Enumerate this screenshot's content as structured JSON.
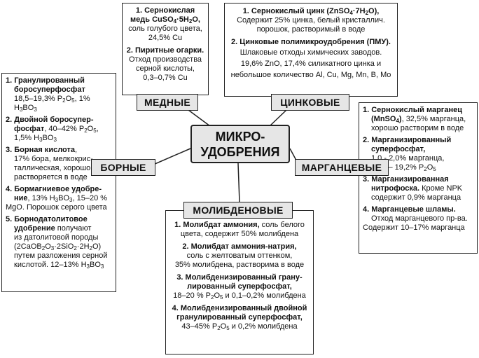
{
  "center": {
    "line1": "МИКРО-",
    "line2": "УДОБРЕНИЯ"
  },
  "labels": {
    "copper": "МЕДНЫЕ",
    "zinc": "ЦИНКОВЫЕ",
    "boron": "БОРНЫЕ",
    "manganese": "МАРГАНЦЕВЫЕ",
    "molybdenum": "МОЛИБДЕНОВЫЕ"
  },
  "copper": [
    {
      "head1": "1. Сернокислая",
      "head2": "медь CuSO",
      "sub1": "4",
      "head3": "·5H",
      "sub2": "2",
      "head4": "O,",
      "l1": "соль голубого цвета,",
      "l2": "24,5% Cu"
    },
    {
      "head": "2. Пиритные огарки.",
      "l1": "Отход производства",
      "l2": "серной кислоты,",
      "l3": "0,3–0,7% Cu"
    }
  ],
  "zinc": [
    {
      "head_a": "1. Сернокислый цинк (ZnSO",
      "sub1": "4",
      "head_b": "·7H",
      "sub2": "2",
      "head_c": "O),",
      "l1": "Содержит 25% цинка, белый кристаллич.",
      "l2": "порошок, растворимый в воде"
    },
    {
      "head": "2. Цинковые полимикроудобрения (ПМУ).",
      "l1": "Шлаковые отходы химических заводов.",
      "l2": "19,6% ZnO, 17,4% силикатного цинка и",
      "l3": "небольшое количество Al, Cu, Mg, Mn, B, Mo"
    }
  ],
  "boron": [
    {
      "h1": "1. Гранулированный",
      "h2": "боросуперфосфат",
      "l1a": "18,5–19,3% P",
      "l1s1": "2",
      "l1b": "O",
      "l1s2": "5",
      "l1c": ", 1% H",
      "l1s3": "3",
      "l1d": "BO",
      "l1s4": "3"
    },
    {
      "h1": "2. Двойной боросупер-",
      "h2": "фосфат",
      "h2r": ", 40–42% P",
      "h2s1": "2",
      "h2b": "O",
      "h2s2": "5",
      "h2c": ",",
      "l1a": "1,5% H",
      "l1s1": "3",
      "l1b": "BO",
      "l1s2": "3"
    },
    {
      "h1": "3. Борная кислота",
      "h1r": ",",
      "l1": "17% бора, мелкокрис-",
      "l2": "таллическая, хорошо",
      "l3": "растворяется в воде"
    },
    {
      "h1": "4. Бормагниевое удобре-",
      "h2": "ние",
      "h2r": ", 13% H",
      "h2s1": "3",
      "h2b": "BO",
      "h2s2": "3",
      "h2c": ", 15–20 %",
      "l1": "MgO. Порошок серого цвета"
    },
    {
      "h1": "5. Борнодатолитовое",
      "h2": "удобрение",
      "h2r": " получают",
      "l1": "из датолитовой породы",
      "l2a": "(2CaOB",
      "l2s1": "2",
      "l2b": "O",
      "l2s2": "3",
      "l2c": "·2SiO",
      "l2s3": "2",
      "l2d": "·2H",
      "l2s4": "2",
      "l2e": "O)",
      "l3": "путем разложения серной",
      "l4a": "кислотой. 12–13% H",
      "l4s1": "3",
      "l4b": "BO",
      "l4s2": "3"
    }
  ],
  "manganese": [
    {
      "h1": "1. Сернокислый марганец",
      "h2a": "(MnSO",
      "h2s": "4",
      "h2b": ")",
      "h2r": ", 32,5% марганца,",
      "l1": "хорошо растворим в воде"
    },
    {
      "h1": "2. Марганизированный",
      "h2": "суперфосфат,",
      "l1": "1,0 - 2,0% марганца,",
      "l2a": "18,7 – 19,2% P",
      "l2s1": "2",
      "l2b": "O",
      "l2s2": "5"
    },
    {
      "h1": "3. Марганизированная",
      "h2": "нитрофоска.",
      "h2r": " Кроме NPK",
      "l1": "содержит 0,9% марганца"
    },
    {
      "h1": "4. Марганцевые шламы.",
      "l1": "Отход марганцевого пр-ва.",
      "l2": "Содержит 10–17% марганца"
    }
  ],
  "molybdenum": [
    {
      "h1": "1. Молибдат аммония,",
      "h1r": " соль белого",
      "l1": "цвета, содержит 50% молибдена"
    },
    {
      "h1": "2. Молибдат аммония-натрия,",
      "l1": "соль с желтоватым оттенком,",
      "l2": "35% молибдена, растворима в воде"
    },
    {
      "h1": "3. Молибденизированный грану-",
      "h2": "лированный суперфосфат,",
      "l1a": "18–20 % P",
      "l1s1": "2",
      "l1b": "O",
      "l1s2": "5",
      "l1c": " и 0,1–0,2% молибдена"
    },
    {
      "h1": "4. Молибденизированный двойной",
      "h2": "гранулированный суперфосфат,",
      "l1a": "43–45% P",
      "l1s1": "2",
      "l1b": "O",
      "l1s2": "5",
      "l1c": " и 0,2% молибдена"
    }
  ]
}
